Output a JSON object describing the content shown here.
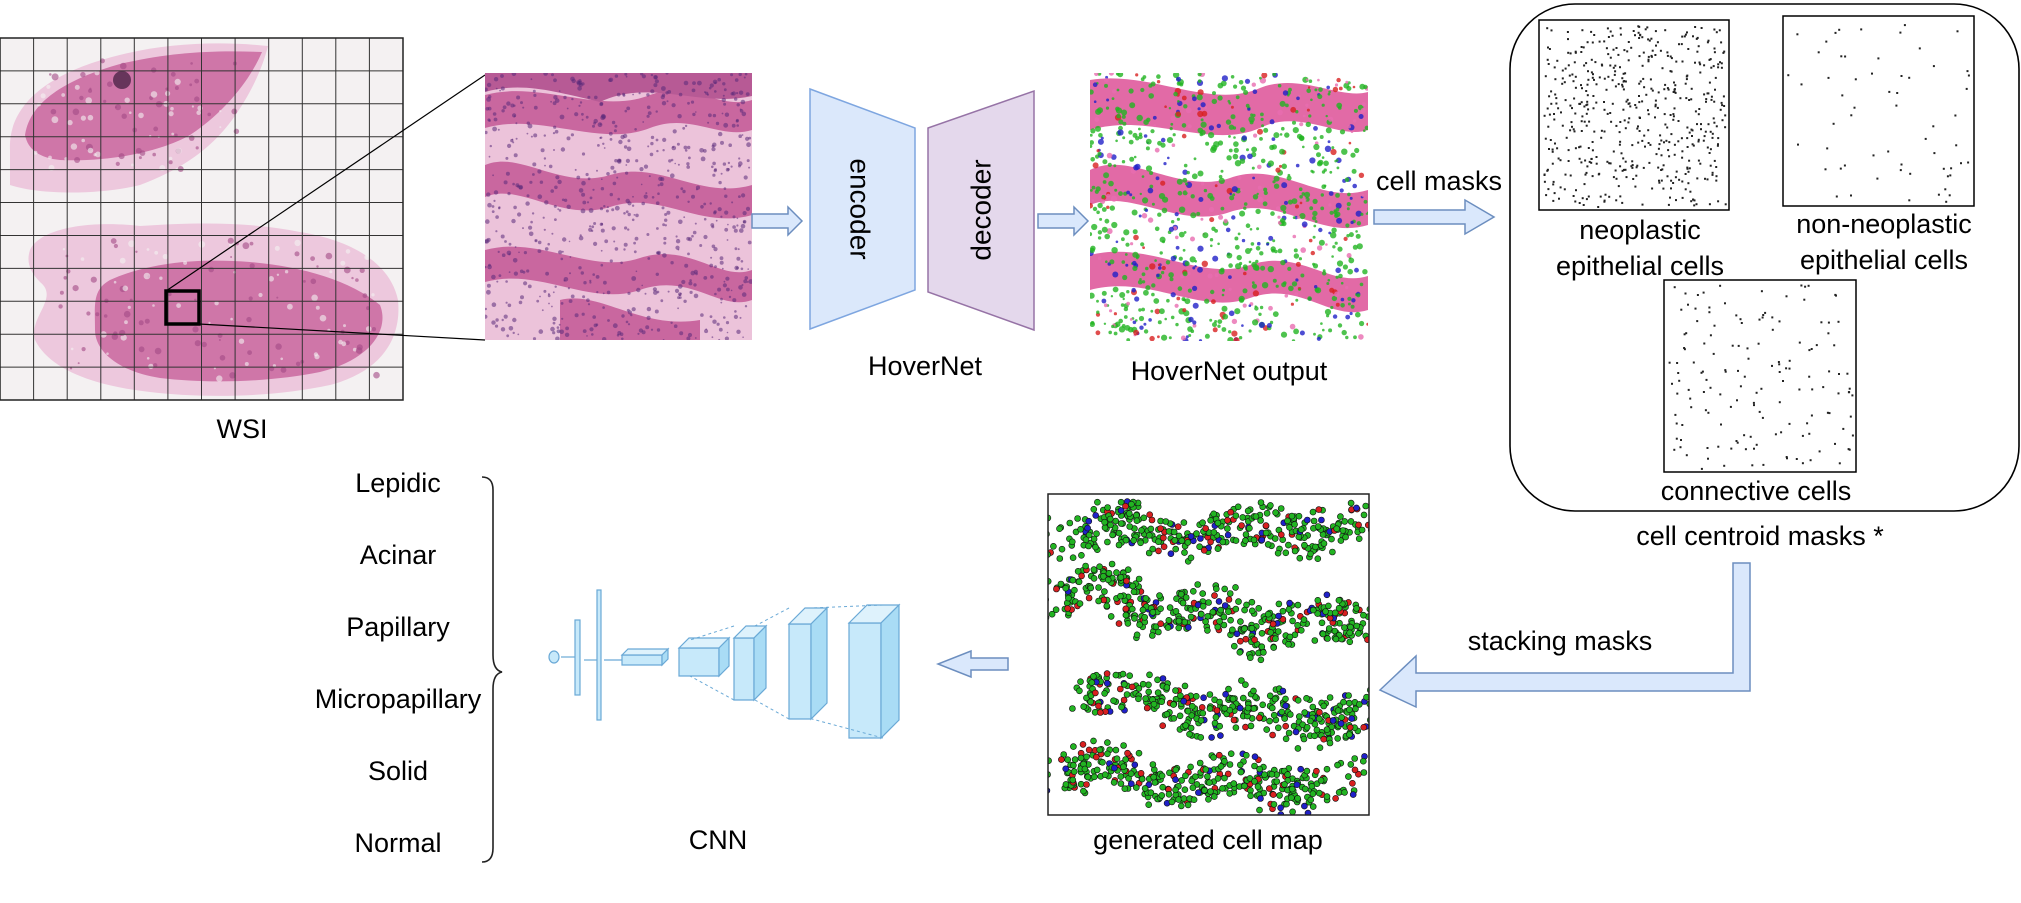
{
  "labels": {
    "wsi": "WSI",
    "hovernet": "HoverNet",
    "encoder": "encoder",
    "decoder": "decoder",
    "hovernet_output": "HoverNet output",
    "cell_masks": "cell masks",
    "neoplastic_line1": "neoplastic",
    "neoplastic_line2": "epithelial cells",
    "non_neoplastic_line1": "non-neoplastic",
    "non_neoplastic_line2": "epithelial cells",
    "connective": "connective cells",
    "centroid_masks": "cell centroid masks *",
    "stacking": "stacking masks",
    "cell_map": "generated cell map",
    "cnn": "CNN"
  },
  "classes": [
    "Lepidic",
    "Acinar",
    "Papillary",
    "Micropapillary",
    "Solid",
    "Normal"
  ],
  "colors": {
    "tissue": "#c9679f",
    "tissue_light": "#ecc3da",
    "nuclei": "#5a2a7a",
    "encoder_fill": "#dbe8fb",
    "encoder_stroke": "#7ea6e0",
    "decoder_fill": "#e4d8ec",
    "decoder_stroke": "#9673a6",
    "arrow_fill": "#dae8fc",
    "arrow_stroke": "#6c8ebf",
    "cnn_fill": "#c7e9fa",
    "cnn_stroke": "#6aa9d6",
    "cell_green": "#22b422",
    "cell_red": "#d82020",
    "cell_blue": "#2020c8"
  }
}
